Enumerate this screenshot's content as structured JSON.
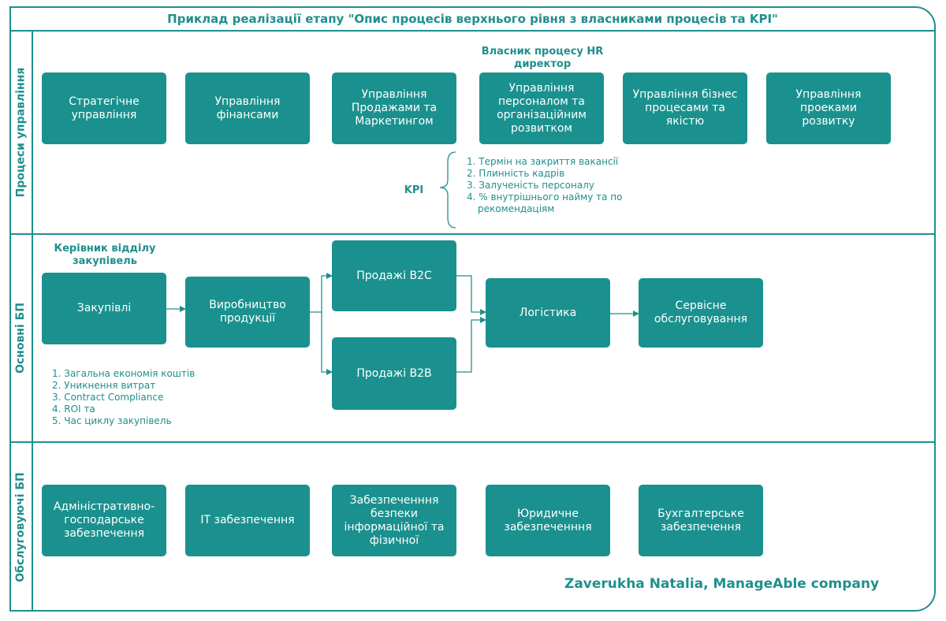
{
  "title": "Приклад реалізації етапу \"Опис процесів верхнього рівня з власниками процесів та KPI\"",
  "lanes": {
    "management": "Процеси управління",
    "core": "Основні БП",
    "support": "Обслуговуючі БП"
  },
  "management_boxes": [
    "Стратегічне управління",
    "Управління фінансами",
    "Управління Продажами та Маркетингом",
    "Управління персоналом та організаційним розвитком",
    "Управління бізнес процесами та якістю",
    "Управління проеками розвитку"
  ],
  "hr_owner": "Власник процесу HR директор",
  "kpi_label": "KPI",
  "hr_kpis": [
    "1. Термін на закриття вакансії",
    "2. Плинність кадрів",
    "3. Залученість персоналу",
    "4. % внутрішнього найму та по рекомендаціям"
  ],
  "procurement_owner": "Керівник відділу закупівель",
  "core_boxes": {
    "procurement": "Закупівлі",
    "production": "Виробництво продукції",
    "sales_b2c": "Продажі B2C",
    "sales_b2b": "Продажі B2B",
    "logistics": "Логістика",
    "service": "Сервісне обслуговування"
  },
  "procurement_kpis": [
    "1. Загальна економія коштів",
    "2. Уникнення витрат",
    "3. Contract Compliance",
    "4. ROI та",
    "5. Час циклу закупівель"
  ],
  "support_boxes": [
    "Адміністративно-господарське забезпечення",
    "IT забезпечення",
    "Забезпеченння безпеки інформаційної та фізичної",
    "Юридичне забезпеченння",
    "Бухгалтерське забезпечення"
  ],
  "signature": "Zaverukha Natalia, ManageAble company",
  "colors": {
    "teal": "#1a918e",
    "line": "#1f8f8c"
  }
}
